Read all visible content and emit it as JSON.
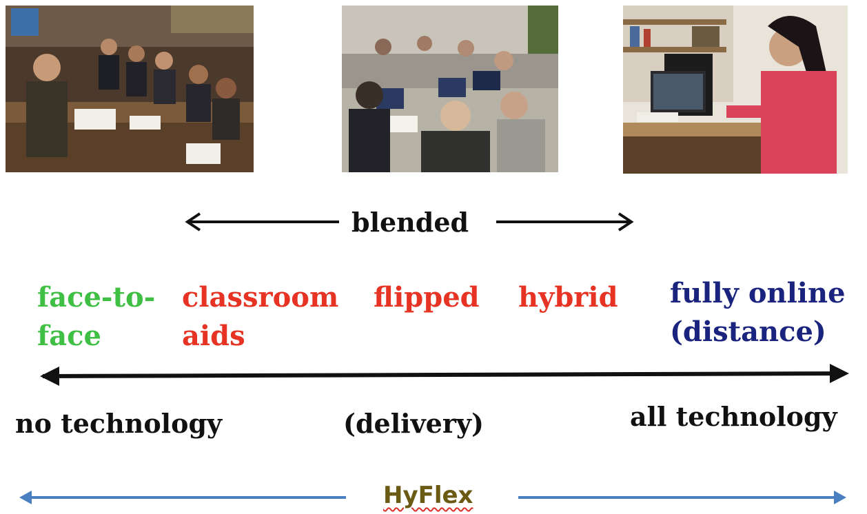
{
  "photos": [
    {
      "id": "classroom-photo",
      "subject": "face-to-face classroom with students at desks"
    },
    {
      "id": "group-laptops-photo",
      "subject": "students working in groups with laptops"
    },
    {
      "id": "home-laptop-photo",
      "subject": "woman studying on laptop at home desk"
    }
  ],
  "blended": {
    "label": "blended",
    "arrow_color": "#111111"
  },
  "categories": [
    {
      "key": "face_to_face",
      "label": "face-to-face",
      "color": "#3fbf44"
    },
    {
      "key": "classroom_aids",
      "label": "classroom aids",
      "color": "#e63324"
    },
    {
      "key": "flipped",
      "label": "flipped",
      "color": "#e63324"
    },
    {
      "key": "hybrid",
      "label": "hybrid",
      "color": "#e63324"
    },
    {
      "key": "fully_online",
      "label": "fully online (distance)",
      "color": "#1a237e"
    }
  ],
  "delivery_axis": {
    "left_label": "no technology",
    "center_label": "(delivery)",
    "right_label": "all technology",
    "arrow_color": "#111111"
  },
  "hyflex": {
    "label": "HyFlex",
    "color": "#6b5a14",
    "arrow_color": "#4a7fc1"
  }
}
